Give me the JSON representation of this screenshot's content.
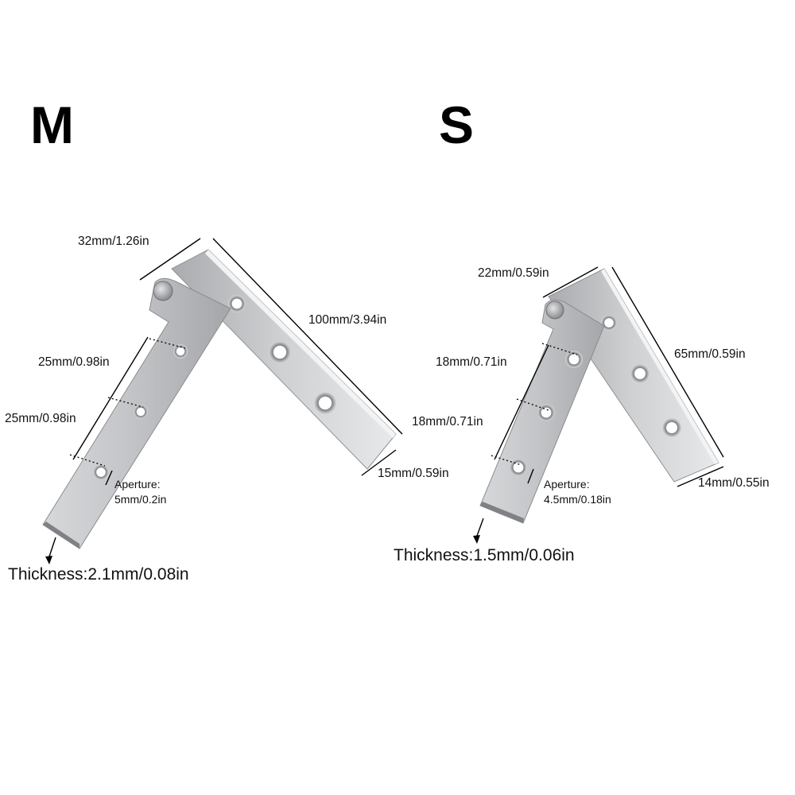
{
  "variants": [
    {
      "size": "M",
      "top_width": "32mm/1.26in",
      "length": "100mm/3.94in",
      "hole_spacing_1": "25mm/0.98in",
      "hole_spacing_2": "25mm/0.98in",
      "plate_width": "15mm/0.59in",
      "aperture_label": "Aperture:",
      "aperture_value": "5mm/0.2in",
      "thickness": "Thickness:2.1mm/0.08in"
    },
    {
      "size": "S",
      "top_width": "22mm/0.59in",
      "length": "65mm/0.59in",
      "hole_spacing_1": "18mm/0.71in",
      "hole_spacing_2": "18mm/0.71in",
      "plate_width": "14mm/0.55in",
      "aperture_label": "Aperture:",
      "aperture_value": "4.5mm/0.18in",
      "thickness": "Thickness:1.5mm/0.06in"
    }
  ],
  "colors": {
    "background": "#ffffff",
    "steel_light": "#e6e7e8",
    "steel_mid": "#b9bbbe",
    "steel_dark": "#8e9093",
    "line": "#000000"
  }
}
